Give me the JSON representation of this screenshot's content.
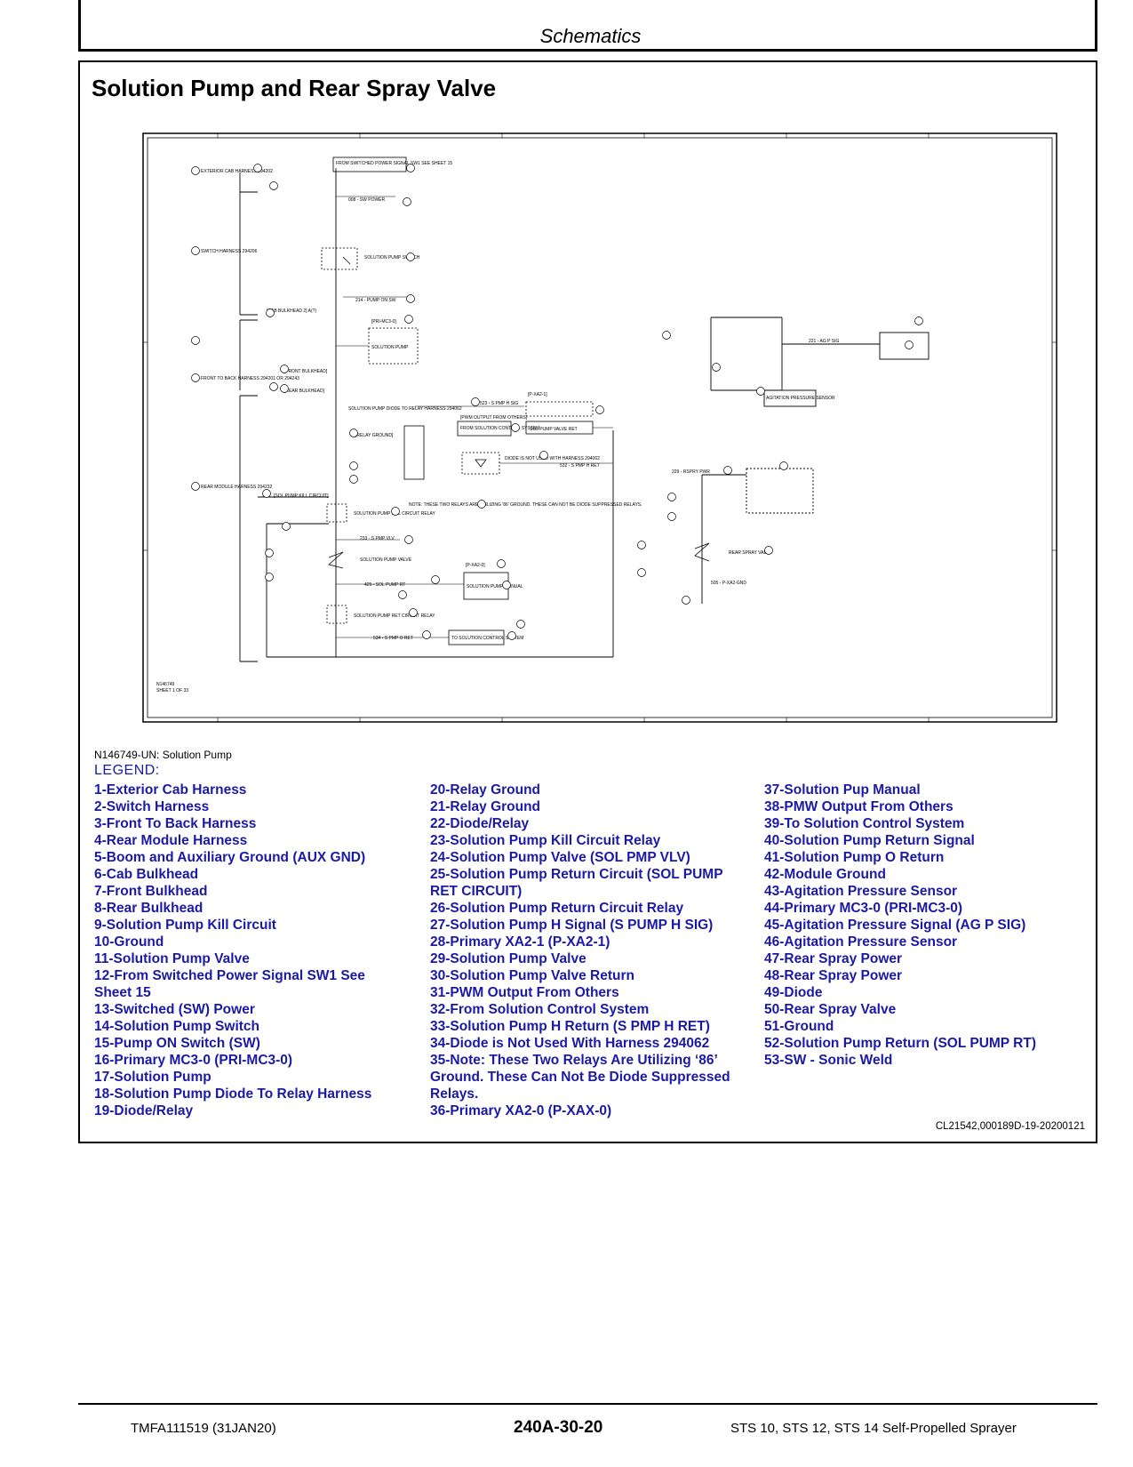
{
  "header": {
    "section": "Schematics"
  },
  "page_title": "Solution Pump and Rear Spray Valve",
  "schematic": {
    "drawing_number": "N146749",
    "sheet": "SHEET 1 OF 33",
    "labels": {
      "exterior_cab_harness": "EXTERIOR CAB HARNESS 294202",
      "switch_harness": "SWITCH HARNESS 294206",
      "front_to_back_harness": "FRONT TO BACK HARNESS 294201 OR 294243",
      "rear_module_harness": "REAR MODULE HARNESS 294232",
      "from_switched_power": "FROM SWITCHED POWER SIGNAL SW1 SEE SHEET 15",
      "sw_power": "008 - SW POWER",
      "solution_pump_switch": "SOLUTION PUMP SWITCH",
      "pump_on_sw": "214 - PUMP ON SW",
      "cab_bulkhead": "[CAB BULKHEAD 2] A(?)",
      "pri_mc3_0": "[PRI-MC3-0]",
      "solution_pump": "SOLUTION PUMP",
      "front_bulkhead": "[FRONT BULKHEAD]",
      "rear_bulkhead": "[REAR BULKHEAD]",
      "diode_relay_harness": "SOLUTION PUMP DIODE TO RELAY HARNESS 294062",
      "s_pmp_h_sig": "523 - S PMP H SIG",
      "p_xa2_1": "[P-XA2-1]",
      "sol_pump_valve_ret": "SOL PUMP VALVE RET",
      "pwm_output": "[PWM OUTPUT FROM OTHERS]",
      "from_solution_control": "FROM SOLUTION CONTROL SYSTEM",
      "diode_note": "DIODE IS NOT USED WITH HARNESS 294062",
      "s_pmp_h_ret": "532 - S PMP H RET",
      "relay_ground": "[RELAY GROUND]",
      "sol_pmp_kill_circuit": "[SOL PUMP KILL CIRCUIT]",
      "kill_circuit_relay": "SOLUTION PUMP KILL CIRCUIT RELAY",
      "relays_note": "NOTE: THESE TWO RELAYS ARE UTILIZING '86' GROUND. THESE CAN NOT BE DIODE SUPPRESSED RELAYS.",
      "sol_pmp_vlv": "233 - S PMP VLV",
      "solution_pump_valve": "SOLUTION PUMP VALVE",
      "p_xa2_0": "[P-XA2-0]",
      "solution_pump_manual": "SOLUTION PUMP MANUAL",
      "sol_pump_rt": "429 - SOL PUMP RT",
      "return_circuit_relay": "SOLUTION PUMP RET CIRCUIT RELAY",
      "to_solution_control": "TO SOLUTION CONTROL SYSTEM",
      "s_pmp_o_ret": "534 - S PMP O RET",
      "agitation_pressure_sensor": "AGITATION PRESSURE SENSOR",
      "ag_p_sig": "221 - AG P SIG",
      "rear_spray_pwr": "229 - RSPRY PWR",
      "rear_spray_valve": "REAR SPRAY VALVE",
      "p_xa2_gnd": "505 - P-XA2-GND"
    }
  },
  "figure_caption": "N146749-UN: Solution Pump",
  "legend_title": "LEGEND:",
  "legend": {
    "col1": [
      "1-Exterior Cab Harness",
      "2-Switch Harness",
      "3-Front To Back Harness",
      "4-Rear Module Harness",
      "5-Boom and Auxiliary Ground (AUX GND)",
      "6-Cab Bulkhead",
      "7-Front Bulkhead",
      "8-Rear Bulkhead",
      "9-Solution Pump Kill Circuit",
      "10-Ground",
      "11-Solution Pump Valve",
      "12-From  Switched  Power  Signal  SW1  See",
      "Sheet 15",
      "13-Switched (SW) Power",
      "14-Solution Pump Switch",
      "15-Pump ON Switch (SW)",
      "16-Primary MC3-0 (PRI-MC3-0)",
      "17-Solution Pump",
      "18-Solution Pump Diode To Relay Harness",
      "19-Diode/Relay"
    ],
    "col2": [
      "20-Relay Ground",
      "21-Relay Ground",
      "22-Diode/Relay",
      "23-Solution Pump Kill Circuit Relay",
      "24-Solution Pump Valve (SOL PMP VLV)",
      "25-Solution  Pump  Return  Circuit  (SOL  PUMP",
      "RET CIRCUIT)",
      "26-Solution Pump Return Circuit Relay",
      "27-Solution Pump H Signal (S PUMP H SIG)",
      "28-Primary XA2-1 (P-XA2-1)",
      "29-Solution Pump Valve",
      "30-Solution Pump Valve Return",
      "31-PWM Output From Others",
      "32-From Solution Control System",
      "33-Solution Pump H Return (S PMP H RET)",
      "34-Diode is Not Used With Harness 294062",
      "35-Note:  These  Two  Relays  Are  Utilizing  ‘86’",
      "Ground.  These Can Not Be Diode Suppressed",
      "Relays.",
      "36-Primary XA2-0 (P-XAX-0)"
    ],
    "col3": [
      "37-Solution Pup Manual",
      "38-PMW Output From Others",
      "39-To Solution Control System",
      "40-Solution Pump Return Signal",
      "41-Solution Pump O Return",
      "42-Module Ground",
      "43-Agitation Pressure Sensor",
      "44-Primary MC3-0 (PRI-MC3-0)",
      "45-Agitation Pressure Signal (AG P SIG)",
      "46-Agitation Pressure Sensor",
      "47-Rear Spray Power",
      "48-Rear Spray Power",
      "49-Diode",
      "50-Rear Spray Valve",
      "51-Ground",
      "52-Solution Pump Return (SOL PUMP RT)",
      "53-SW - Sonic Weld"
    ]
  },
  "reference_code": "CL21542,000189D-19-20200121",
  "footer": {
    "left": "TMFA111519 (31JAN20)",
    "center": "240A-30-20",
    "right": "STS 10, STS 12, STS 14 Self-Propelled Sprayer"
  }
}
